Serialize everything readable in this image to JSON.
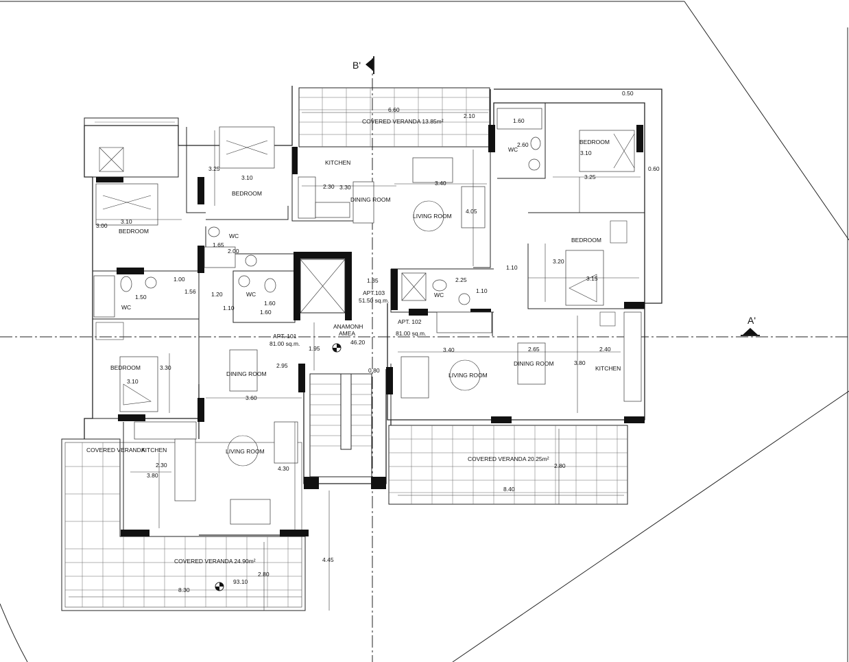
{
  "section_marks": {
    "b": "B'",
    "a": "A'"
  },
  "rooms": {
    "covered_veranda_top": "COVERED VERANDA 13.85m²",
    "kitchen_top": "KITCHEN",
    "dining_top": "DINING ROOM",
    "living_top": "LIVING ROOM",
    "bedroom_top_center": "BEDROOM",
    "bedroom_top_left": "BEDROOM",
    "wc_top_center": "WC",
    "wc_left": "WC",
    "wc_mid": "WC",
    "wc_right_top": "WC",
    "wc_right_mid": "WC",
    "bedroom_right_top": "BEDROOM",
    "bedroom_right_mid": "BEDROOM",
    "bedroom_left_bottom": "BEDROOM",
    "dining_left": "DINING ROOM",
    "living_left": "LIVING ROOM",
    "kitchen_left": "KITCHEN",
    "covered_veranda_left_small": "COVERED VERANDA",
    "covered_veranda_bottom": "COVERED VERANDA 24.90m²",
    "dining_right": "DINING ROOM",
    "living_right": "LIVING ROOM",
    "kitchen_right": "KITCHEN",
    "covered_veranda_right": "COVERED VERANDA 20.25m²",
    "lift_label_1": "ΑΝΑΜΟΝΗ",
    "lift_label_2": "ΑΜΕΑ"
  },
  "apartments": {
    "apt101_name": "APT. 101",
    "apt101_area": "81.00 sq.m.",
    "apt103_name": "APT.103",
    "apt103_area": "51.50 sq.m.",
    "apt102_name": "APT. 102",
    "apt102_area": "81.00 sq.m."
  },
  "levels": {
    "lift_level": "46.20",
    "bottom_level": "93.10"
  },
  "dimensions": {
    "d660": "6.60",
    "d210": "2.10",
    "d050": "0.50",
    "d160a": "1.60",
    "d260": "2.60",
    "d310a": "3.10",
    "d060": "0.60",
    "d325a": "3.25",
    "d325b": "3.25",
    "d310b": "3.10",
    "d230a": "2.30",
    "d330a": "3.30",
    "d340a": "3.40",
    "d405": "4.05",
    "d300": "3.00",
    "d310c": "3.10",
    "d165": "1.65",
    "d200": "2.00",
    "d110a": "1.10",
    "d320": "3.20",
    "d315": "3.15",
    "d100": "1.00",
    "d150": "1.50",
    "d135": "1.35",
    "d225": "2.25",
    "d110b": "1.10",
    "d156": "1.56",
    "d120": "1.20",
    "d160b": "1.60",
    "d110c": "1.10",
    "d160c": "1.60",
    "d295": "2.95",
    "d195": "1.95",
    "d080": "0.80",
    "d340b": "3.40",
    "d265": "2.65",
    "d240": "2.40",
    "d380a": "3.80",
    "d310d": "3.10",
    "d330b": "3.30",
    "d360": "3.60",
    "d230b": "2.30",
    "d380b": "3.80",
    "d430": "4.30",
    "d445": "4.45",
    "d830": "8.30",
    "d280a": "2.80",
    "d840": "8.40",
    "d280b": "2.80"
  }
}
